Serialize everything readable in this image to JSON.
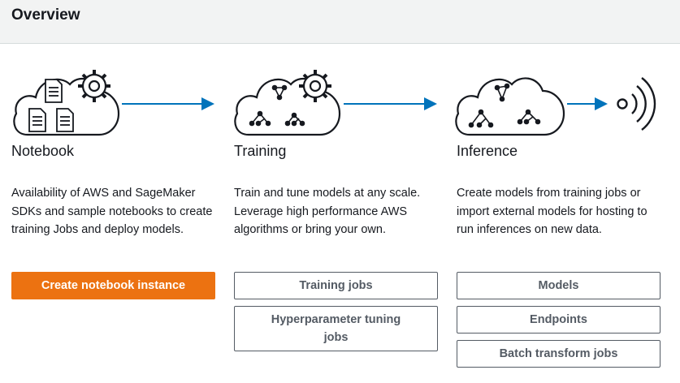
{
  "header": {
    "title": "Overview"
  },
  "columns": [
    {
      "title": "Notebook",
      "description": "Availability of AWS and SageMaker SDKs and sample notebooks to create training Jobs and deploy models.",
      "buttons": [
        "Create notebook instance"
      ]
    },
    {
      "title": "Training",
      "description": "Train and tune models at any scale. Leverage high performance AWS algorithms or bring your own.",
      "buttons": [
        "Training jobs",
        "Hyperparameter tuning jobs"
      ]
    },
    {
      "title": "Inference",
      "description": "Create models from training jobs or import external models for hosting to run inferences on new data.",
      "buttons": [
        "Models",
        "Endpoints",
        "Batch transform jobs"
      ]
    }
  ],
  "icons": {
    "notebook": "cloud-documents-gear-icon",
    "training": "cloud-model-gear-icon",
    "inference": "cloud-model-icon",
    "signal": "broadcast-signal-icon",
    "arrow": "arrow-right-icon"
  },
  "colors": {
    "primary_button": "#ec7211",
    "arrow": "#0073bb",
    "header_bg": "#f2f3f3",
    "text": "#16191f",
    "secondary_button_text": "#545b64"
  }
}
